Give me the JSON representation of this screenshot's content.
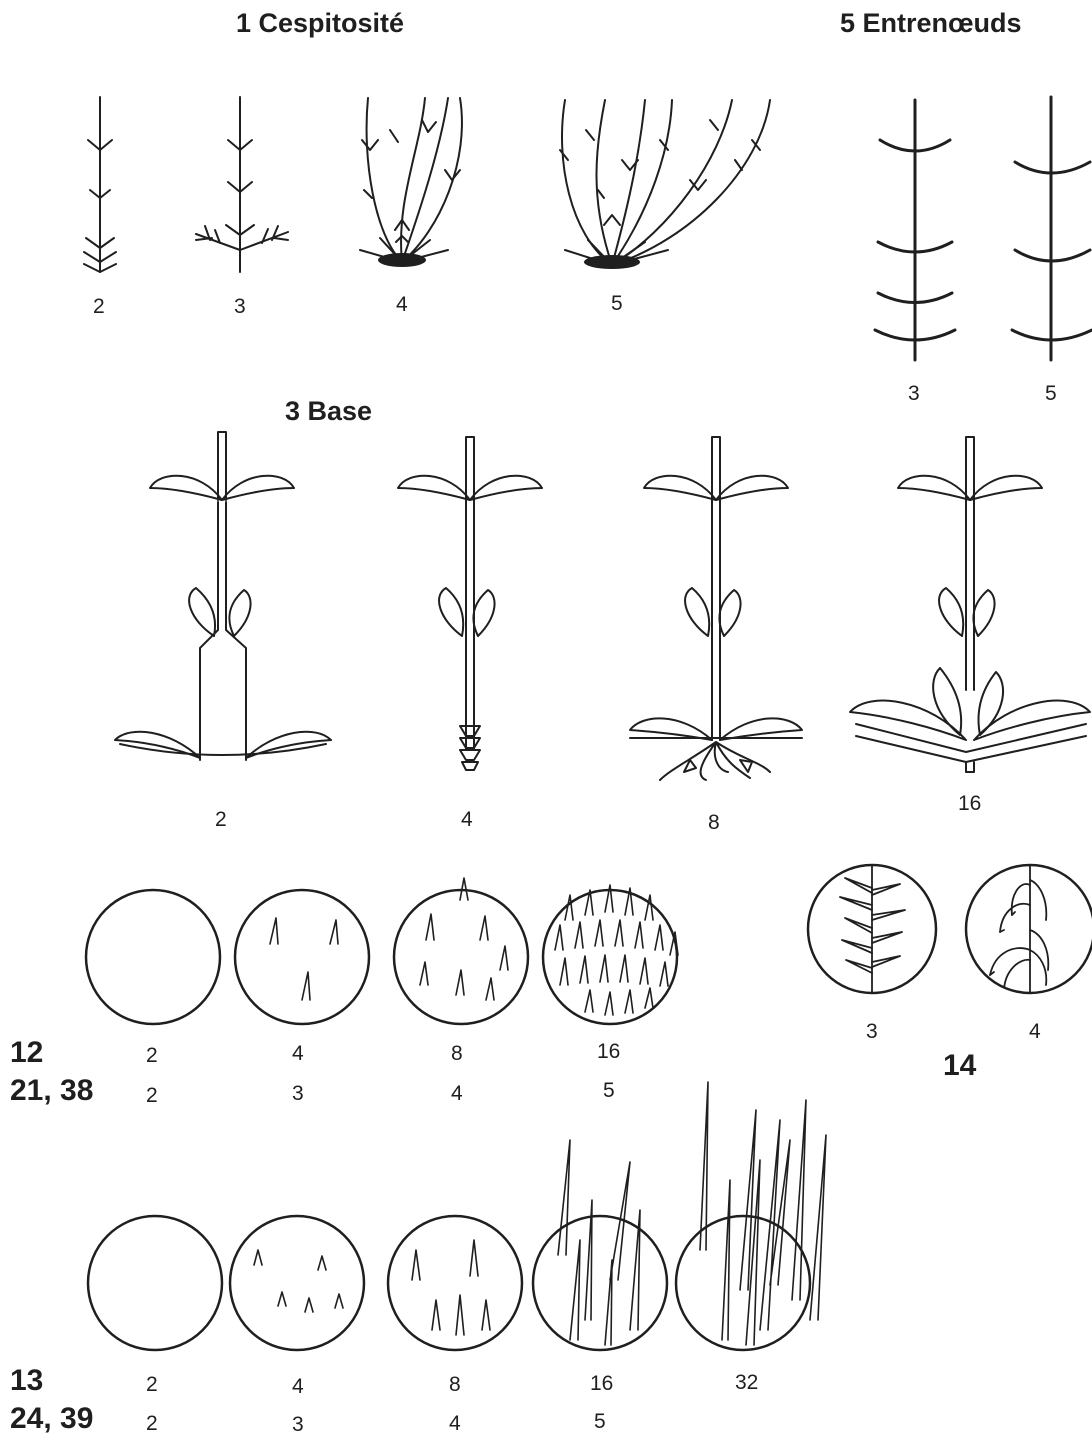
{
  "headings": {
    "cespitosite": "1 Cespitosité",
    "entrenoeuds": "5 Entrenœuds",
    "base": "3 Base"
  },
  "cespitosite_labels": [
    "2",
    "3",
    "4",
    "5"
  ],
  "entrenoeuds_labels": [
    "3",
    "5"
  ],
  "base_labels": [
    "2",
    "4",
    "8",
    "16"
  ],
  "hair_rows": {
    "row1": {
      "codes": "12",
      "values": [
        "2",
        "4",
        "8",
        "16"
      ]
    },
    "row2": {
      "codes": "21, 38",
      "values": [
        "2",
        "3",
        "4",
        "5"
      ]
    },
    "row3": {
      "codes": "13",
      "values": [
        "2",
        "4",
        "8",
        "16",
        "32"
      ]
    },
    "row4": {
      "codes": "24, 39",
      "values": [
        "2",
        "3",
        "4",
        "5"
      ]
    }
  },
  "panel14": {
    "code": "14",
    "labels": [
      "3",
      "4"
    ]
  },
  "colors": {
    "ink": "#1f1f1f",
    "background": "#ffffff"
  }
}
